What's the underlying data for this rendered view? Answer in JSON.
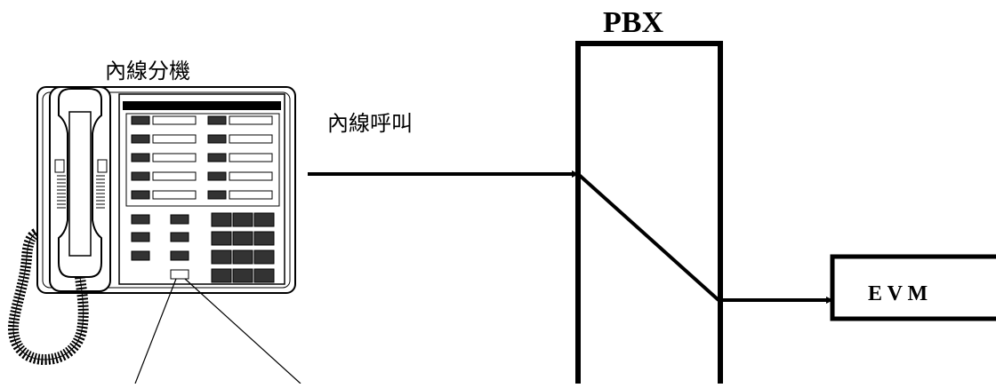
{
  "phone": {
    "label": "內線分機"
  },
  "call": {
    "label": "內線呼叫"
  },
  "pbx": {
    "label": "PBX"
  },
  "evm": {
    "label": "E V M"
  }
}
